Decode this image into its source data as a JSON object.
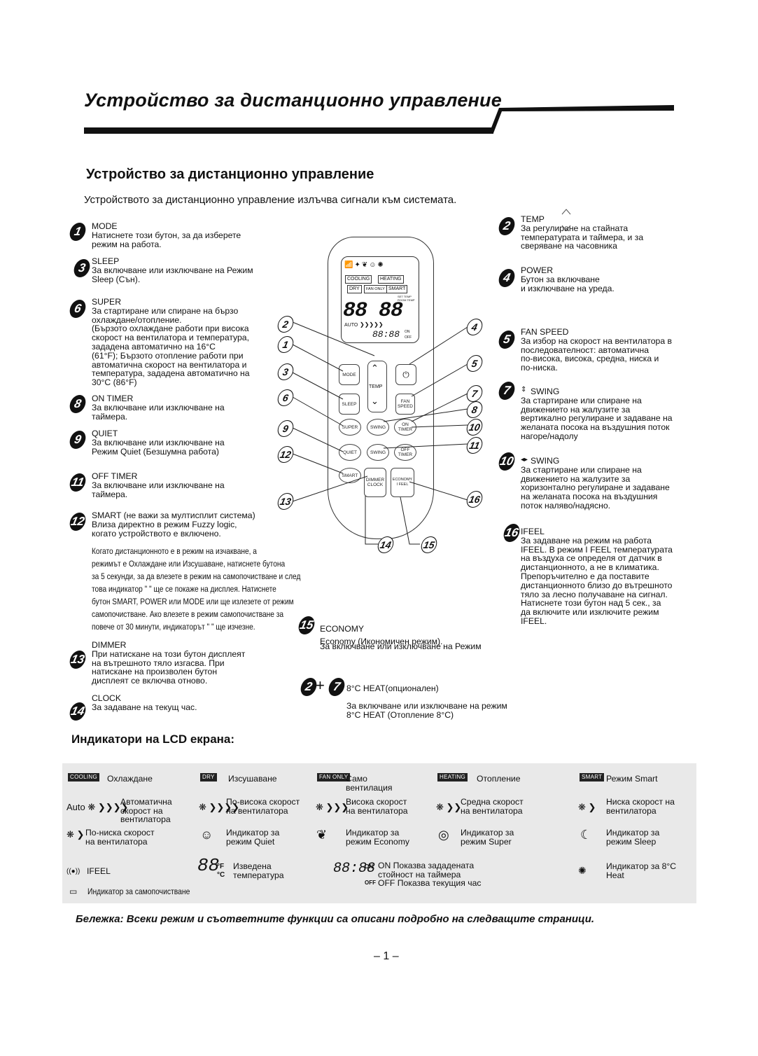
{
  "header": {
    "title": "Устройство за дистанционно управление"
  },
  "section": {
    "title": "Устройство за дистанционно управление",
    "intro": "Устройството за дистанционно управление излъчва сигнали към системата."
  },
  "left_items": [
    {
      "num": "1",
      "title": "MODE",
      "desc": "Натиснете този бутон, за да изберете\nрежим на работа."
    },
    {
      "num": "3",
      "title": "SLEEP",
      "desc": "За включване или изключване на Режим\nSleep (Сън)."
    },
    {
      "num": "6",
      "title": "SUPER",
      "desc": "За стартиране или спиране на бързо\nохлаждане/отопление.\n(Бързото охлаждане работи при висока\nскорост на вентилатора и температура,\nзададена автоматично на 16°C\n(61°F); Бързото отопление работи при\nавтоматична скорост на вентилатора и\nтемпература, зададена автоматично на\n30°C (86°F)"
    },
    {
      "num": "8",
      "title": "ON TIMER",
      "desc": "За включване или изключване на\nтаймера."
    },
    {
      "num": "9",
      "title": "QUIET",
      "desc": "За включване или изключване на\nРежим Quiet (Безшумна работа)"
    },
    {
      "num": "11",
      "title": "OFF TIMER",
      "desc": "За включване или изключване на\nтаймера."
    },
    {
      "num": "12",
      "title": "SMART (не важи за мултисплит система)",
      "desc": "Влиза директно в режим Fuzzy logic,\nкогато устройството е включено."
    },
    {
      "num": "13",
      "title": "DIMMER",
      "desc": "При натискане на този бутон дисплеят\nна вътрешното тяло изгасва. При\nнатискане на произволен бутон\nдисплеят се включва отново."
    },
    {
      "num": "14",
      "title": "CLOCK",
      "desc": "За задаване на текущ час."
    }
  ],
  "self_clean_text": "Когато дистанционното е в режим на изчакване, а\nрежимът е Охлаждане или Изсушаване, натиснете бутона\nза 5 секунди, за да влезете в режим на самопочистване и след\nтова индикатор \" \" ще се покаже на дисплея. Натиснете\nбутон SMART, POWER или MODE или ще излезете от режим\nсамопочистване. Ако влезете в режим самопочистване за\nповече от 30 минути, индикаторът \" \" ще изчезне.",
  "right_items": [
    {
      "num": "2",
      "title": "TEMP",
      "desc": "За регулиране на стайната\nтемпературата и таймера, и за\nсверяване на часовника"
    },
    {
      "num": "4",
      "title": "POWER",
      "desc": "Бутон за включване\nи изключване на уреда."
    },
    {
      "num": "5",
      "title": "FAN SPEED",
      "desc": "За избор на скорост на вентилатора в\nпоследователност: автоматична\nпо-висока, висока, средна, ниска и\nпо-ниска."
    },
    {
      "num": "7",
      "title": "SWING",
      "desc": "За стартиране или спиране на\nдвижението на жалузите за\nвертикално регулиране и задаване на\nжеланата посока на въздушния поток\nнагоре/надолу"
    },
    {
      "num": "10",
      "title": "SWING",
      "desc": "За стартиране или спиране на\nдвижението на жалузите за\nхоризонтално регулиране и задаване\nна желаната посока на въздушния\nпоток наляво/надясно."
    },
    {
      "num": "16",
      "title": "IFEEL",
      "desc": "За задаване на режим на работа\nIFEEL. В режим I FEEL температурата\nна въздуха се определя от датчик в\nдистанционното, а не в климатика.\nПрепоръчително е да поставите\nдистанционното близо до вътрешното\nтяло за лесно получаване на сигнал.\nНатиснете този бутон над 5 сек., за\nда включите или изключите режим\nIFEEL."
    }
  ],
  "economy": {
    "num": "15",
    "title": "ECONOMY",
    "desc": "За включване или изключване на Режим",
    "desc2": "Economy (Икономичен режим)."
  },
  "heat8": {
    "num_a": "2",
    "plus": "+",
    "num_b": "7",
    "title": "8°C HEAT(опционален)",
    "desc": "За включване или изключване на режим\n8°C HEAT (Отопление 8°C)"
  },
  "remote": {
    "lcd_tags": {
      "cooling": "COOLING",
      "heating": "HEATING",
      "dry": "DRY",
      "fanonly": "FAN ONLY",
      "smart": "SMART"
    },
    "lcd_digits": "88 88",
    "lcd_auto": "AUTO",
    "lcd_clock": "88:88",
    "lcd_on": "ON",
    "lcd_off": "OFF",
    "lcd_set_temp": "SET TEMP",
    "lcd_room_temp": "ROOM TEMP",
    "btn_mode": "MODE",
    "btn_temp": "TEMP",
    "btn_sleep": "SLEEP",
    "btn_fan": "FAN\nSPEED",
    "btn_super": "SUPER",
    "btn_swing_v": "SWING",
    "btn_on_timer": "ON\nTIMER",
    "btn_quiet": "QUIET",
    "btn_swing_h": "SWING",
    "btn_off_timer": "OFF\nTIMER",
    "btn_smart": "SMART",
    "btn_dimmer": "DIMMER\nCLOCK",
    "btn_ifeel": "ECONOMY\nI FEEL",
    "callouts": [
      "2",
      "1",
      "3",
      "6",
      "9",
      "12",
      "13",
      "14",
      "15",
      "16",
      "11",
      "10",
      "8",
      "7",
      "5",
      "4"
    ]
  },
  "lcd_section": {
    "title": "Индикатори на LCD екрана:",
    "row1": [
      {
        "badge": "COOLING",
        "label": "Охлаждане"
      },
      {
        "badge": "DRY",
        "label": "Изсушаване"
      },
      {
        "badge": "FAN ONLY",
        "label": "Само\nвентилация"
      },
      {
        "badge": "HEATING",
        "label": "Отопление"
      },
      {
        "badge": "SMART",
        "label": "Режим Smart"
      }
    ],
    "row2": [
      {
        "icon": "Auto ❋ ❯❯❯❯",
        "label": "Автоматична\nскорост на\nвентилатора"
      },
      {
        "icon": "❋ ❯❯❯❯",
        "label": "По-висока скорост\nна вентилатора"
      },
      {
        "icon": "❋ ❯❯❯",
        "label": "Висока скорост\nна вентилатора"
      },
      {
        "icon": "❋ ❯❯",
        "label": "Средна скорост\nна вентилатора"
      },
      {
        "icon": "❋ ❯",
        "label": "Ниска скорост на\nвентилатора"
      }
    ],
    "row3": [
      {
        "icon": "❋ ❯",
        "label": "По-ниска скорост\nна вентилатора"
      },
      {
        "icon": "☺",
        "label": "Индикатор за\nрежим Quiet"
      },
      {
        "icon": "❦",
        "label": "Индикатор за\nрежим Economy"
      },
      {
        "icon": "◎",
        "label": "Индикатор за\nрежим Super"
      },
      {
        "icon": "☾",
        "label": "Индикатор за\nрежим Sleep"
      }
    ],
    "row4": [
      {
        "icon": "((●))",
        "label": "IFEEL"
      },
      {
        "icon": "88",
        "unit_f": "°F",
        "unit_c": "°C",
        "label": "Изведена\nтемпература"
      },
      {
        "icon": "88:88",
        "on": "ON",
        "off": "OFF",
        "label": "ON Показва зададената\nстойност на таймера\nOFF Показва текущия час"
      },
      {
        "icon": "✺",
        "label": "Индикатор за 8°C\nHeat"
      }
    ],
    "row5": {
      "icon": "▭",
      "label": "Индикатор за самопочистване"
    }
  },
  "note": "Бележка: Всеки режим и съответните функции са описани подробно на следващите страници.",
  "page_number": "– 1 –"
}
